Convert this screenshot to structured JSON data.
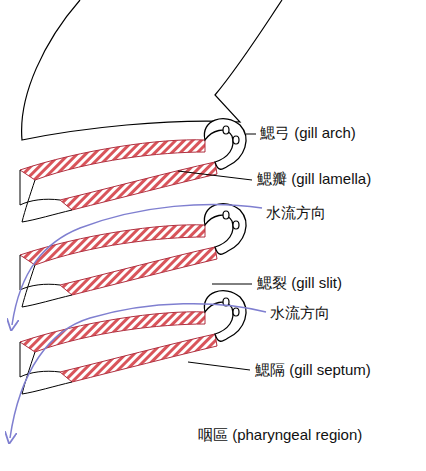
{
  "diagram": {
    "labels": [
      "鰓弓 (gill arch)",
      "鰓瓣 (gill lamella)",
      "水流方向",
      "鰓裂 (gill slit)",
      "水流方向",
      "鰓隔 (gill septum)",
      "咽區 (pharyngeal region)"
    ]
  }
}
